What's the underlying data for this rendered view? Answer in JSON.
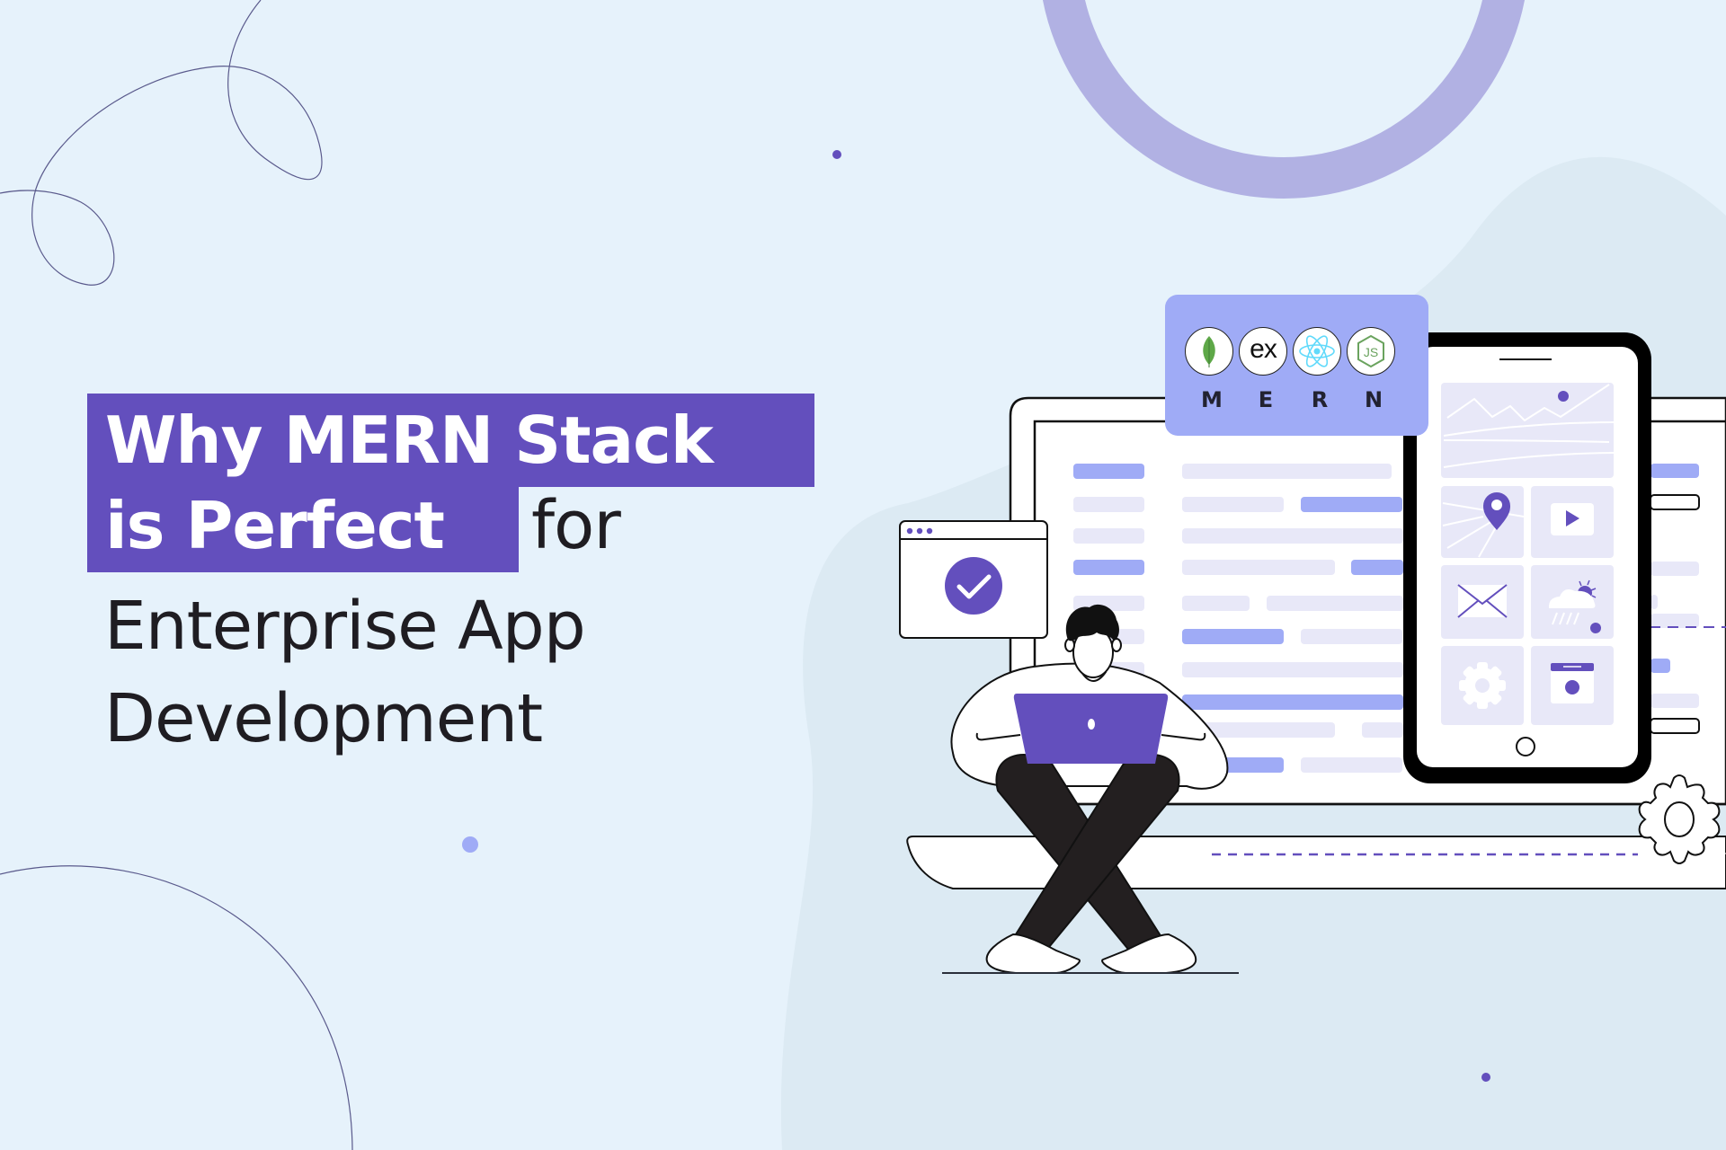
{
  "headline": {
    "highlighted_line1": "Why MERN Stack",
    "highlighted_line2": "is Perfect",
    "line2_suffix": "for",
    "line3": "Enterprise App",
    "line4": "Development"
  },
  "mern_badge": {
    "logos": [
      {
        "name": "mongodb-icon",
        "letter": "M"
      },
      {
        "name": "express-icon",
        "letter": "E",
        "text": "ex"
      },
      {
        "name": "react-icon",
        "letter": "R"
      },
      {
        "name": "nodejs-icon",
        "letter": "N",
        "text": "JS"
      }
    ]
  },
  "colors": {
    "background": "#e6f2fb",
    "background_blob": "#dceaf3",
    "accent_purple": "#634fbd",
    "accent_periwinkle": "#9fabf6",
    "ring": "#b1b1e3",
    "text_dark": "#1f1d22",
    "bar_light": "#e8e8f8",
    "mongodb_green": "#5ea848",
    "react_cyan": "#61dafb",
    "node_green": "#6aa35e"
  }
}
